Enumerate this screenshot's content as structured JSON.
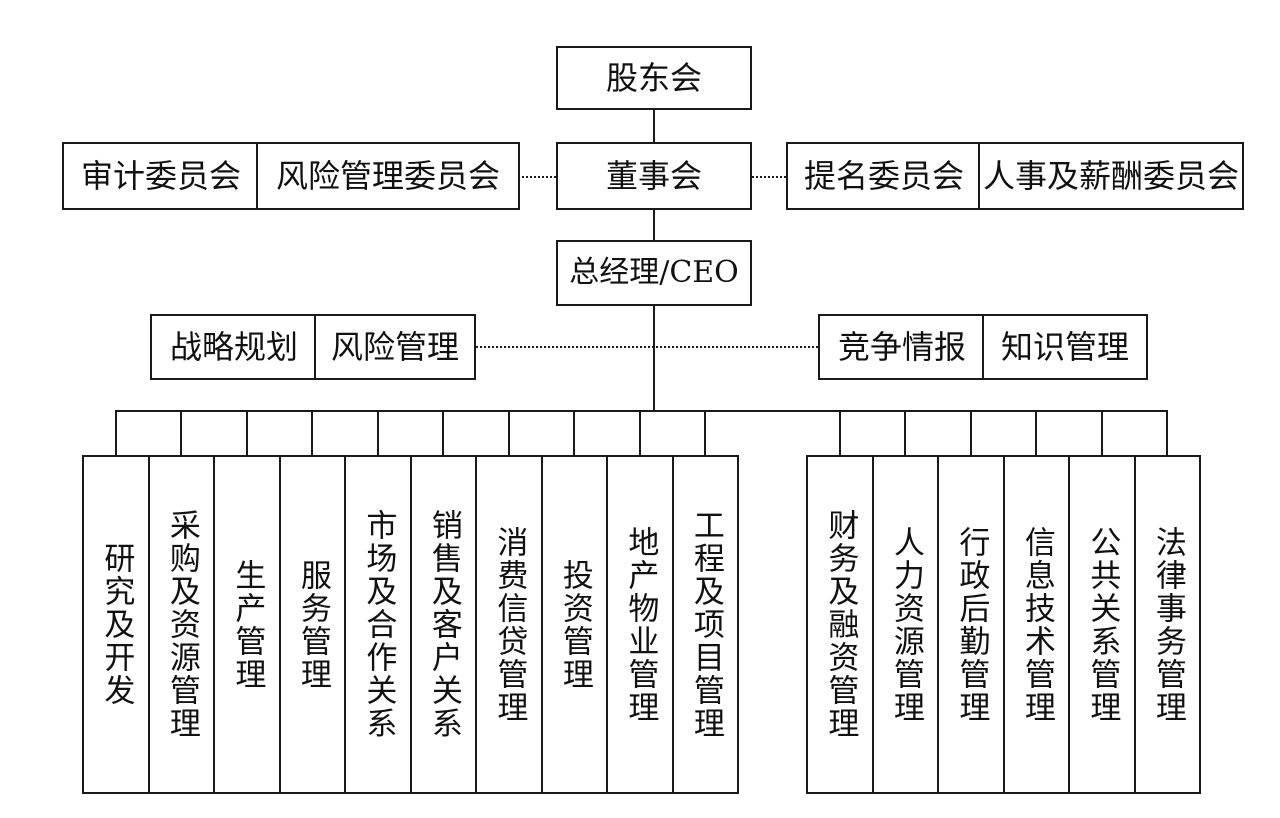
{
  "top": {
    "shareholders": "股东会"
  },
  "board_row": {
    "left_committees": [
      "审计委员会",
      "风险管理委员会"
    ],
    "board": "董事会",
    "right_committees": [
      "提名委员会",
      "人事及薪酬委员会"
    ]
  },
  "ceo": "总经理/CEO",
  "staff_row": {
    "left": [
      "战略规划",
      "风险管理"
    ],
    "right": [
      "竞争情报",
      "知识管理"
    ]
  },
  "business_departments": [
    "研究及开发",
    "采购及资源管理",
    "生产管理",
    "服务管理",
    "市场及合作关系",
    "销售及客户关系",
    "消费信贷管理",
    "投资管理",
    "地产物业管理",
    "工程及项目管理"
  ],
  "support_departments": [
    "财务及融资管理",
    "人力资源管理",
    "行政后勤管理",
    "信息技术管理",
    "公共关系管理",
    "法律事务管理"
  ]
}
